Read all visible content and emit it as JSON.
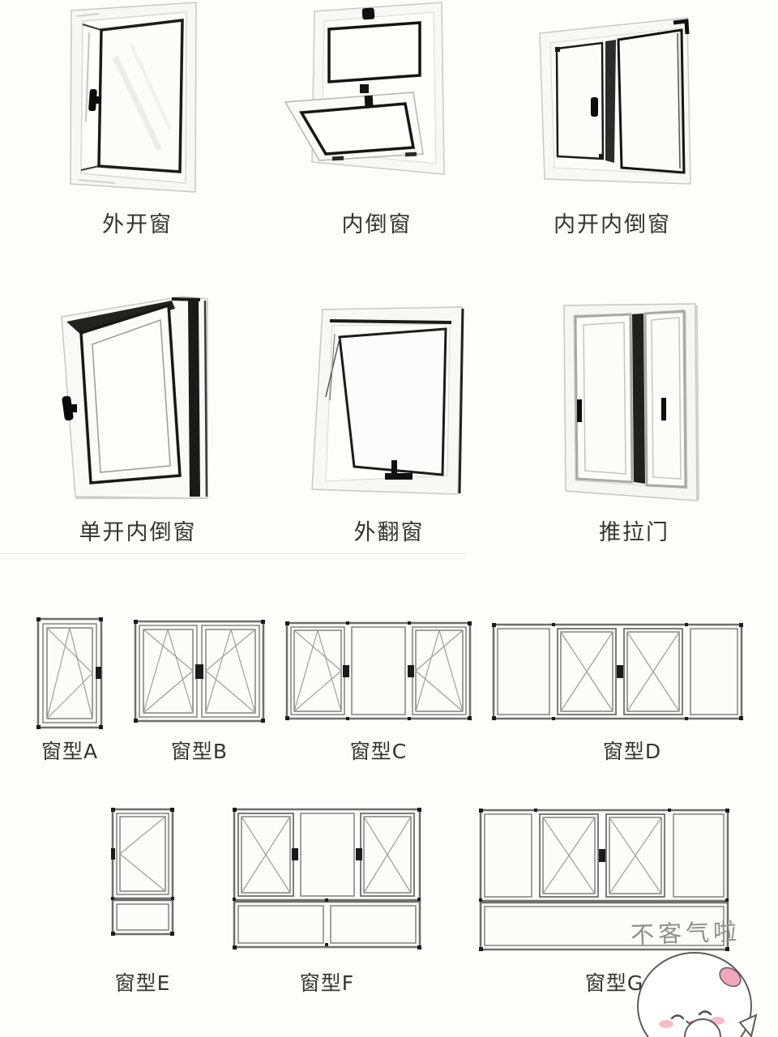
{
  "photo_rows": [
    {
      "items": [
        {
          "label": "外开窗"
        },
        {
          "label": "内倒窗"
        },
        {
          "label": "内开内倒窗"
        }
      ]
    },
    {
      "items": [
        {
          "label": "单开内倒窗"
        },
        {
          "label": "外翻窗"
        },
        {
          "label": "推拉门"
        }
      ]
    }
  ],
  "type_rows": [
    {
      "items": [
        {
          "label": "窗型A"
        },
        {
          "label": "窗型B"
        },
        {
          "label": "窗型C"
        },
        {
          "label": "窗型D"
        }
      ]
    },
    {
      "items": [
        {
          "label": "窗型E"
        },
        {
          "label": "窗型F"
        },
        {
          "label": "窗型G"
        }
      ]
    }
  ],
  "watermark": {
    "text": "不客气啦"
  },
  "colors": {
    "background": "#fdfdfb",
    "label_text": "#333333",
    "diagram_stroke": "#6e6e70",
    "symbol_stroke": "#9d9d9a",
    "watermark_text": "#8f8f8f",
    "mascot_pink": "#f2a6bc",
    "mascot_tongue": "#dd4a62"
  }
}
